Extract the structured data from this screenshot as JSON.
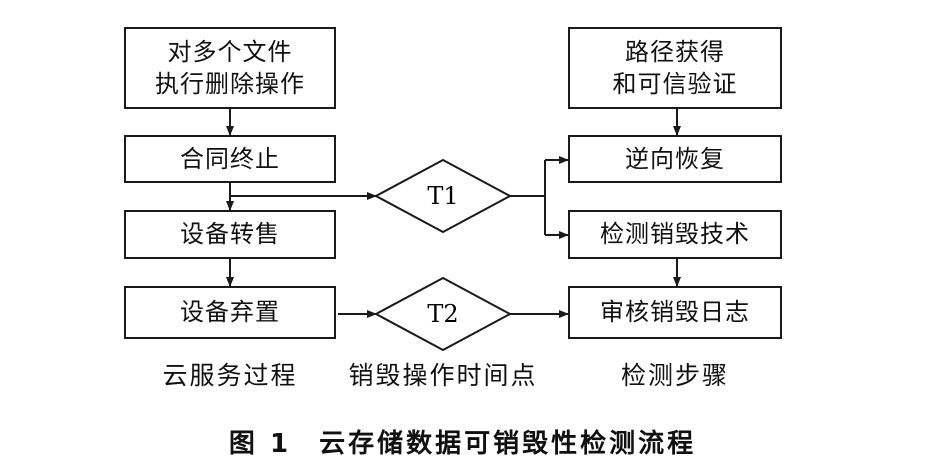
{
  "boxes": {
    "delete": "对多个文件\n执行删除操作",
    "terminate": "合同终止",
    "resell": "设备转售",
    "abandon": "设备弃置",
    "path": "路径获得\n和可信验证",
    "reverse": "逆向恢复",
    "detect": "检测销毁技术",
    "audit": "审核销毁日志"
  },
  "decisions": {
    "t1": "T1",
    "t2": "T2"
  },
  "columns": {
    "left": "云服务过程",
    "middle": "销毁操作时间点",
    "right": "检测步骤"
  },
  "caption": {
    "number": "图 1",
    "title": "云存储数据可销毁性检测流程"
  }
}
